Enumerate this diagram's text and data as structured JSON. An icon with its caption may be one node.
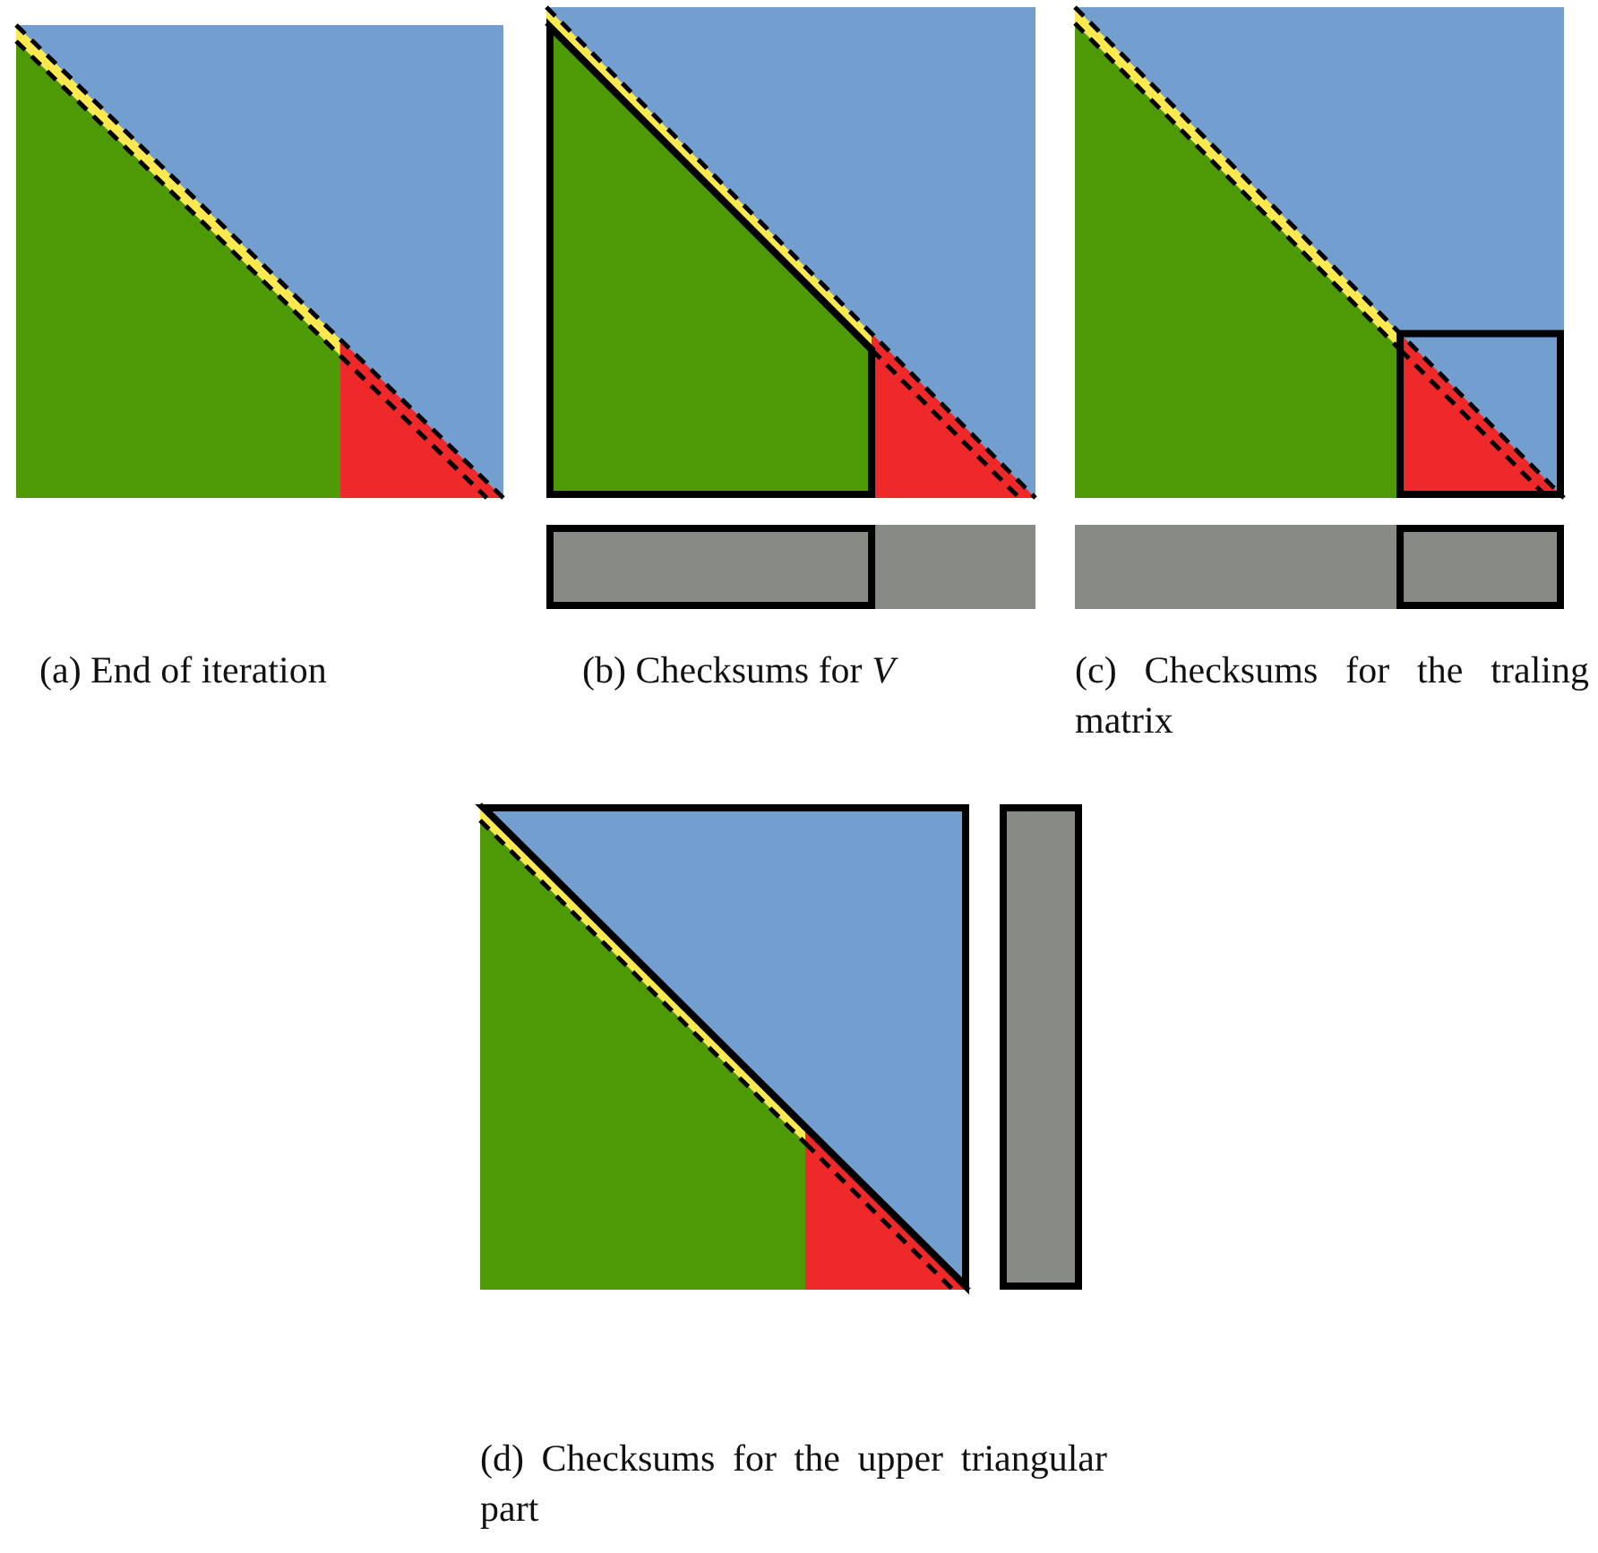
{
  "diagram": {
    "labels": [
      "(a) End of iteration",
      "(b) Checksums for *V*",
      "(c) Checksums for the traling matrix",
      "(d) Checksums for the upper triangular part"
    ]
  }
}
